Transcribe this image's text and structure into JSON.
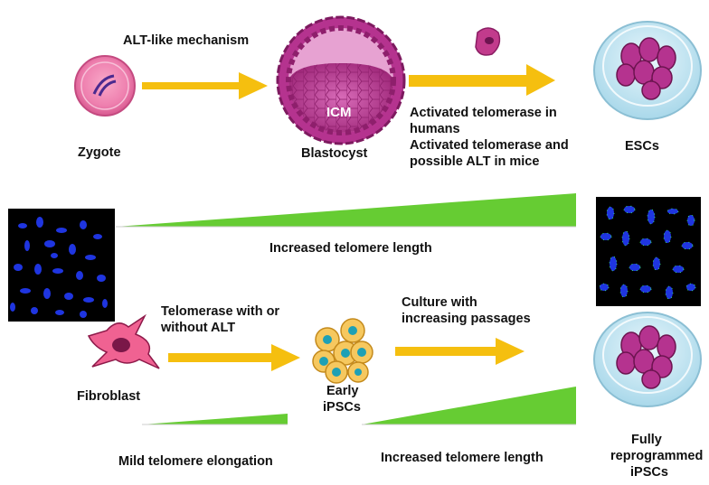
{
  "labels": {
    "alt_like": "ALT-like mechanism",
    "zygote": "Zygote",
    "blastocyst": "Blastocyst",
    "icm": "ICM",
    "activated_1": "Activated telomerase in",
    "activated_2": "humans",
    "activated_3": "Activated telomerase and",
    "activated_4": "possible ALT in mice",
    "escs": "ESCs",
    "increased_top": "Increased telomere length",
    "telomerase_alt_1": "Telomerase with or",
    "telomerase_alt_2": "without ALT",
    "culture_1": "Culture with",
    "culture_2": "increasing passages",
    "fibroblast": "Fibroblast",
    "early_1": "Early",
    "early_2": "iPSCs",
    "fully_1": "Fully",
    "fully_2": "reprogrammed",
    "fully_3": "iPSCs",
    "mild": "Mild telomere elongation",
    "increased_bottom": "Increased telomere length"
  },
  "colors": {
    "arrow": "#f5bf0f",
    "wedge": "#66cc33",
    "cell_purple": "#b5338f",
    "dish": "#bfe4f2",
    "micro_bg": "#000000",
    "chromosome": "#1f35e0"
  }
}
